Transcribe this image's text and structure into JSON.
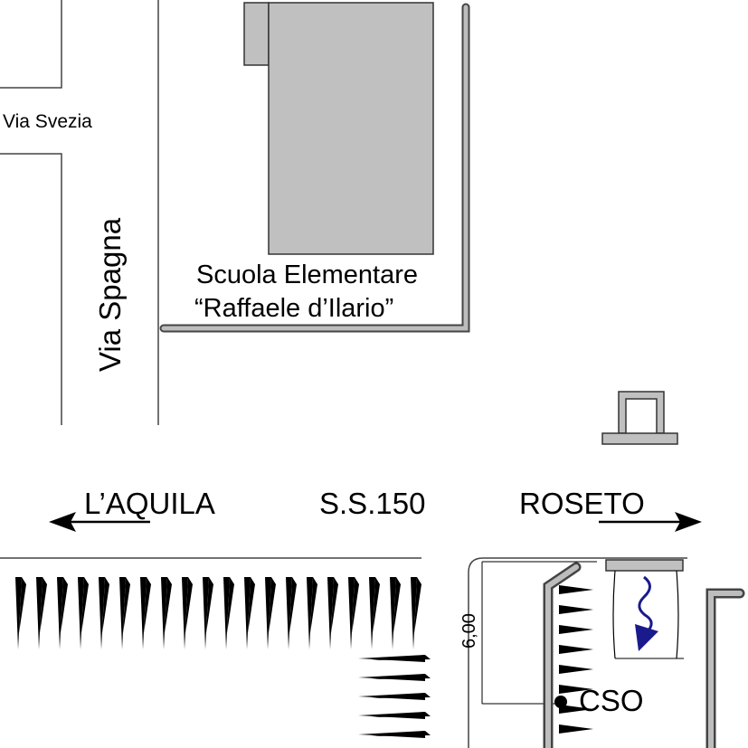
{
  "map": {
    "streets": {
      "via_svezia": "Via Svezia",
      "via_spagna": "Via Spagna",
      "main_road": "S.S.150"
    },
    "directions": {
      "left": "L’AQUILA",
      "right": "ROSETO"
    },
    "school": {
      "line1": "Scuola Elementare",
      "line2": "“Raffaele d’Ilario”"
    },
    "dimension_label": "6,00",
    "point_label": "CSO",
    "colors": {
      "building_fill": "#c0c0c0",
      "kerb_outer": "#444444",
      "kerb_inner": "#bdbdbd",
      "flow_arrow": "#1a1a8c",
      "line": "#000000"
    },
    "icons": [
      "arrow-left-icon",
      "arrow-right-icon",
      "flow-arrow-icon",
      "tree-row-icon"
    ]
  }
}
